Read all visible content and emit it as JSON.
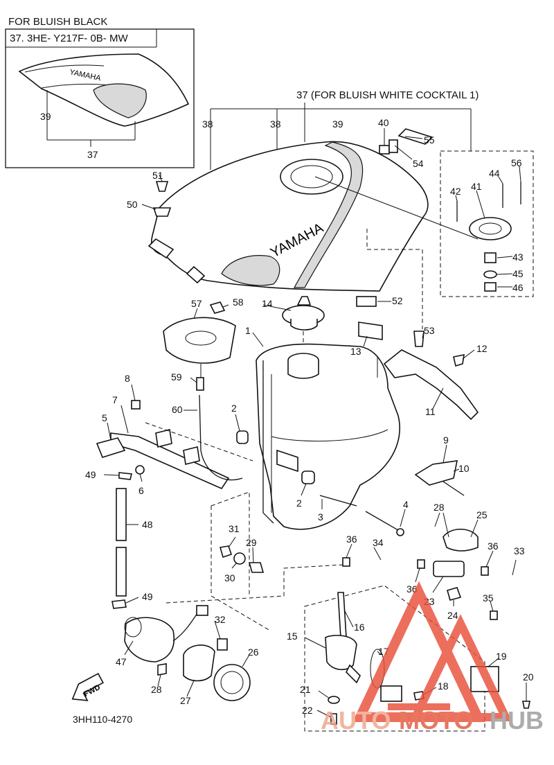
{
  "inset": {
    "title": "FOR BLUISH BLACK",
    "part_code": "37. 3HE- Y217F- 0B- MW",
    "labels": [
      "39",
      "37"
    ]
  },
  "main_heading": "37 (FOR BLUISH WHITE COCKTAIL 1)",
  "tank_brand": "YAMAHA",
  "fwd_label": "FWD",
  "diagram_code": "3HH110-4270",
  "watermark": {
    "part1": "AUTO",
    "part2": "MOTO",
    "part3": "HUB",
    "colors": {
      "auto": "#f0a48a",
      "moto": "#e25a3c",
      "hub": "#9a9a9a",
      "logo": "#e8503a"
    }
  },
  "callouts": [
    {
      "id": "38a",
      "text": "38"
    },
    {
      "id": "38b",
      "text": "38"
    },
    {
      "id": "39",
      "text": "39"
    },
    {
      "id": "40",
      "text": "40"
    },
    {
      "id": "55",
      "text": "55"
    },
    {
      "id": "54",
      "text": "54"
    },
    {
      "id": "56",
      "text": "56"
    },
    {
      "id": "44",
      "text": "44"
    },
    {
      "id": "42",
      "text": "42"
    },
    {
      "id": "41",
      "text": "41"
    },
    {
      "id": "43",
      "text": "43"
    },
    {
      "id": "45",
      "text": "45"
    },
    {
      "id": "46",
      "text": "46"
    },
    {
      "id": "51",
      "text": "51"
    },
    {
      "id": "50",
      "text": "50"
    },
    {
      "id": "57",
      "text": "57"
    },
    {
      "id": "58",
      "text": "58"
    },
    {
      "id": "14",
      "text": "14"
    },
    {
      "id": "52",
      "text": "52"
    },
    {
      "id": "1",
      "text": "1"
    },
    {
      "id": "53",
      "text": "53"
    },
    {
      "id": "13",
      "text": "13"
    },
    {
      "id": "12",
      "text": "12"
    },
    {
      "id": "59",
      "text": "59"
    },
    {
      "id": "8",
      "text": "8"
    },
    {
      "id": "7",
      "text": "7"
    },
    {
      "id": "60",
      "text": "60"
    },
    {
      "id": "2a",
      "text": "2"
    },
    {
      "id": "11",
      "text": "11"
    },
    {
      "id": "5",
      "text": "5"
    },
    {
      "id": "9",
      "text": "9"
    },
    {
      "id": "10",
      "text": "10"
    },
    {
      "id": "49a",
      "text": "49"
    },
    {
      "id": "6",
      "text": "6"
    },
    {
      "id": "2b",
      "text": "2"
    },
    {
      "id": "3",
      "text": "3"
    },
    {
      "id": "4",
      "text": "4"
    },
    {
      "id": "28a",
      "text": "28"
    },
    {
      "id": "25",
      "text": "25"
    },
    {
      "id": "48",
      "text": "48"
    },
    {
      "id": "31",
      "text": "31"
    },
    {
      "id": "29",
      "text": "29"
    },
    {
      "id": "36a",
      "text": "36"
    },
    {
      "id": "34",
      "text": "34"
    },
    {
      "id": "30",
      "text": "30"
    },
    {
      "id": "36b",
      "text": "36"
    },
    {
      "id": "36c",
      "text": "36"
    },
    {
      "id": "33",
      "text": "33"
    },
    {
      "id": "23",
      "text": "23"
    },
    {
      "id": "24",
      "text": "24"
    },
    {
      "id": "49b",
      "text": "49"
    },
    {
      "id": "35",
      "text": "35"
    },
    {
      "id": "32",
      "text": "32"
    },
    {
      "id": "16",
      "text": "16"
    },
    {
      "id": "15",
      "text": "15"
    },
    {
      "id": "47",
      "text": "47"
    },
    {
      "id": "26",
      "text": "26"
    },
    {
      "id": "17",
      "text": "17"
    },
    {
      "id": "19",
      "text": "19"
    },
    {
      "id": "28b",
      "text": "28"
    },
    {
      "id": "27",
      "text": "27"
    },
    {
      "id": "20",
      "text": "20"
    },
    {
      "id": "21",
      "text": "21"
    },
    {
      "id": "18",
      "text": "18"
    },
    {
      "id": "22",
      "text": "22"
    }
  ]
}
